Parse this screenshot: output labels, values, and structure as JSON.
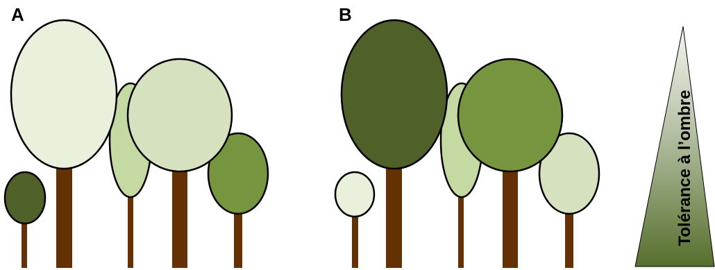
{
  "panels": {
    "a_label": "A",
    "b_label": "B"
  },
  "shade_scale": {
    "label": "Tolérance à l’ombre"
  },
  "colors": {
    "trunk": "#633104",
    "outline": "#000000",
    "very_pale": "#e9f0dc",
    "pale": "#d6e1c0",
    "light": "#c5d9a3",
    "medium": "#77953e",
    "dark": "#4f6128"
  },
  "diagram_a": {
    "trees": [
      {
        "name": "small-dark-tree",
        "crown": "dark"
      },
      {
        "name": "tall-very-pale-tree",
        "crown": "very_pale"
      },
      {
        "name": "narrow-light-tree",
        "crown": "light"
      },
      {
        "name": "large-pale-tree",
        "crown": "pale"
      },
      {
        "name": "right-medium-tree",
        "crown": "medium"
      }
    ]
  },
  "diagram_b": {
    "trees": [
      {
        "name": "small-very-pale-tree",
        "crown": "very_pale"
      },
      {
        "name": "tall-dark-tree",
        "crown": "dark"
      },
      {
        "name": "narrow-light-tree",
        "crown": "light"
      },
      {
        "name": "large-medium-tree",
        "crown": "medium"
      },
      {
        "name": "right-pale-tree",
        "crown": "pale"
      }
    ]
  }
}
